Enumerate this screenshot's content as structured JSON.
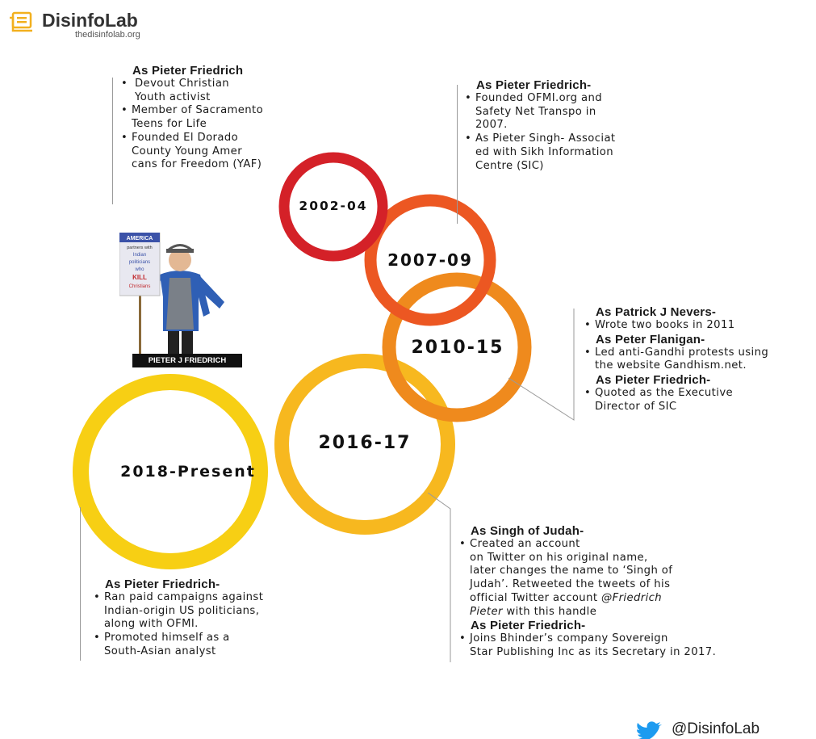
{
  "brand": {
    "name": "DisinfoLab",
    "url": "thedisinfolab.org",
    "handle": "@DisinfoLab"
  },
  "colors": {
    "c2002": "#d42128",
    "c2007": "#ec5722",
    "c2010": "#ef8a1d",
    "c2016": "#f7b81f",
    "c2018": "#f7cf14"
  },
  "photo": {
    "caption": "PIETER J FRIEDRICH",
    "sign_lines": [
      "AMERICA",
      "partners with",
      "Indian",
      "politicians",
      "who",
      "KILL",
      "Christians"
    ]
  },
  "timeline": [
    {
      "period": "2002-04",
      "sections": [
        {
          "heading": "As Pieter Friedrich",
          "items": [
            "Devout Christian",
            "Youth activist",
            "Member of Sacramento",
            "Teens for Life",
            "Founded El Dorado",
            "County Young Amer",
            "cans for Freedom (YAF)"
          ]
        }
      ]
    },
    {
      "period": "2007-09",
      "sections": [
        {
          "heading": "As Pieter Friedrich-",
          "items": [
            "Founded OFMI.org and",
            "Safety Net Transpo in",
            "2007.",
            "As Pieter Singh- Associat",
            "ed with Sikh Information",
            "Centre (SIC)"
          ]
        }
      ]
    },
    {
      "period": "2010-15",
      "sections": [
        {
          "heading": "As Patrick J Nevers-",
          "items": [
            "Wrote two books in 2011"
          ]
        },
        {
          "heading": "As Peter Flanigan-",
          "items": [
            "Led anti-Gandhi protests using",
            "the website Gandhism.net."
          ]
        },
        {
          "heading": "As Pieter Friedrich-",
          "items": [
            "Quoted as the Executive",
            "Director of SIC"
          ]
        }
      ]
    },
    {
      "period": "2016-17",
      "sections": [
        {
          "heading": "As Singh of Judah-",
          "items": [
            "Created an account",
            "on Twitter on his original name,",
            "later changes the name to ‘Singh of",
            "Judah’. Retweeted the tweets of his",
            "official Twitter account ",
            "@Friedrich",
            "Pieter",
            " with this handle"
          ]
        },
        {
          "heading": "As Pieter Friedrich-",
          "items": [
            "Joins Bhinder’s company Sovereign",
            "Star Publishing Inc as its Secretary in 2017."
          ]
        }
      ]
    },
    {
      "period": "2018-Present",
      "sections": [
        {
          "heading": "As Pieter Friedrich-",
          "items": [
            "Ran paid campaigns against",
            "Indian-origin US politicians,",
            "along with OFMI.",
            "Promoted himself as a",
            "South-Asian analyst"
          ]
        }
      ]
    }
  ]
}
